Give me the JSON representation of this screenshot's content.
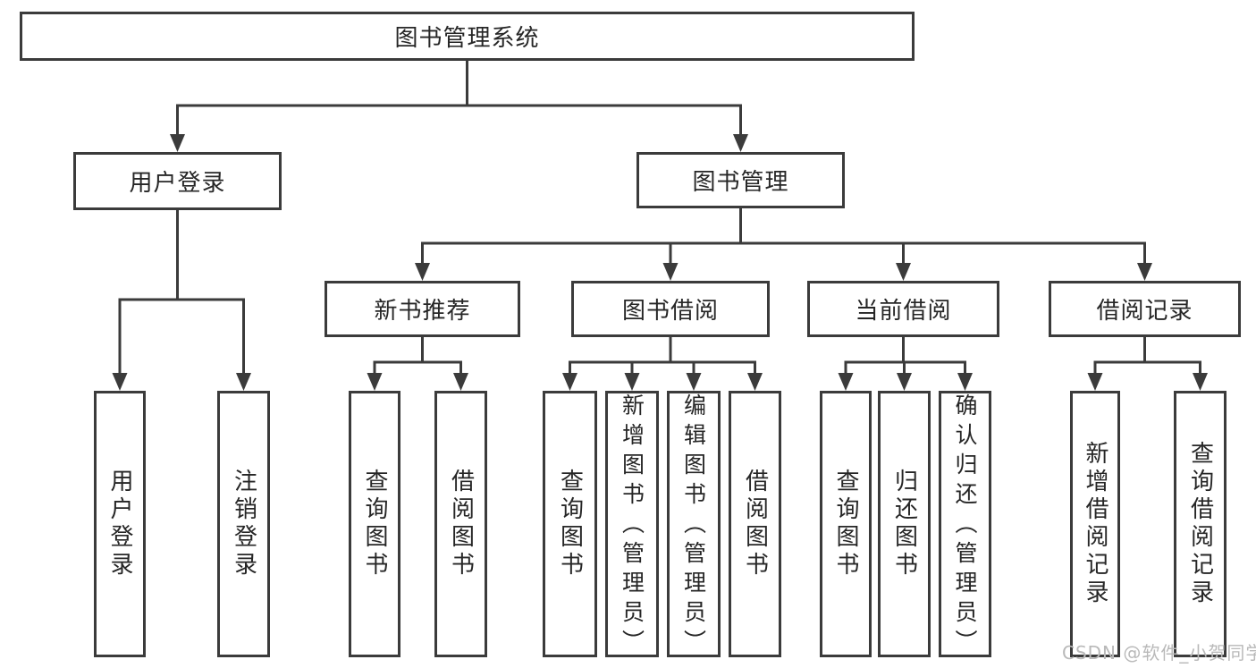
{
  "diagram": {
    "title": "图书管理系统",
    "branches": [
      {
        "label": "用户登录",
        "children": [
          {
            "label": "用户登录"
          },
          {
            "label": "注销登录"
          }
        ]
      },
      {
        "label": "图书管理",
        "children": [
          {
            "label": "新书推荐",
            "children": [
              {
                "label": "查询图书"
              },
              {
                "label": "借阅图书"
              }
            ]
          },
          {
            "label": "图书借阅",
            "children": [
              {
                "label": "查询图书"
              },
              {
                "label": "新增图书（管理员）"
              },
              {
                "label": "编辑图书（管理员）"
              },
              {
                "label": "借阅图书"
              }
            ]
          },
          {
            "label": "当前借阅",
            "children": [
              {
                "label": "查询图书"
              },
              {
                "label": "归还图书"
              },
              {
                "label": "确认归还（管理员）"
              }
            ]
          },
          {
            "label": "借阅记录",
            "children": [
              {
                "label": "新增借阅记录"
              },
              {
                "label": "查询借阅记录"
              }
            ]
          }
        ]
      }
    ]
  },
  "watermark": {
    "text": "CSDN @软件_小贺同学"
  },
  "colors": {
    "line": "#3b3b3b",
    "text": "#262626",
    "background": "#ffffff",
    "watermark": "#b9b9b9"
  }
}
